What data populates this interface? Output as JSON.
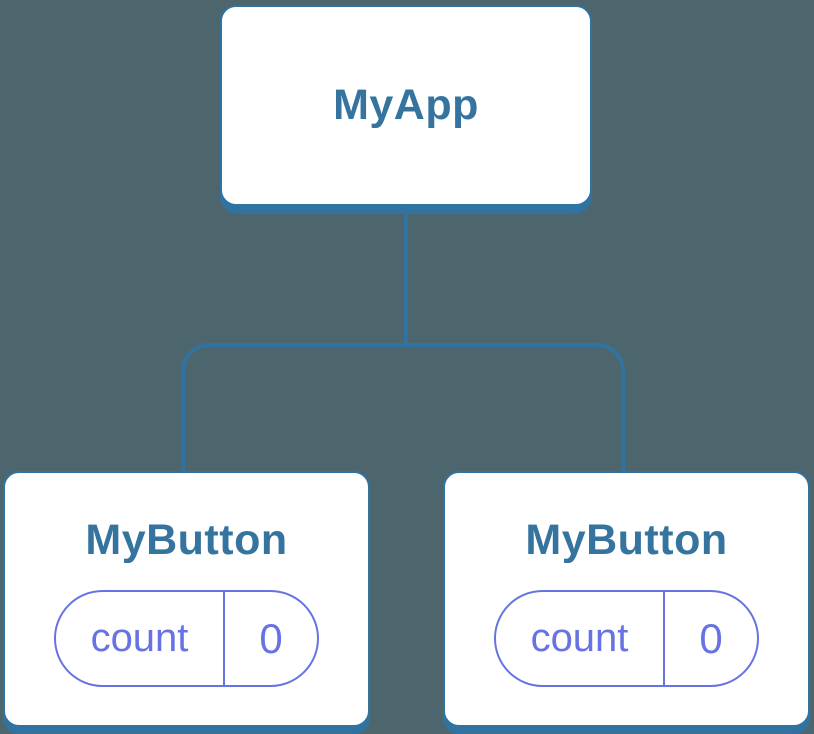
{
  "diagram": {
    "root": {
      "label": "MyApp"
    },
    "children": [
      {
        "label": "MyButton",
        "state": {
          "name": "count",
          "value": "0"
        }
      },
      {
        "label": "MyButton",
        "state": {
          "name": "count",
          "value": "0"
        }
      }
    ],
    "colors": {
      "background": "#4D666E",
      "connector": "#3173A0",
      "node_border": "#3173A0",
      "node_label": "#35749E",
      "state_accent": "#6772E5",
      "node_background": "#FFFFFF"
    }
  }
}
